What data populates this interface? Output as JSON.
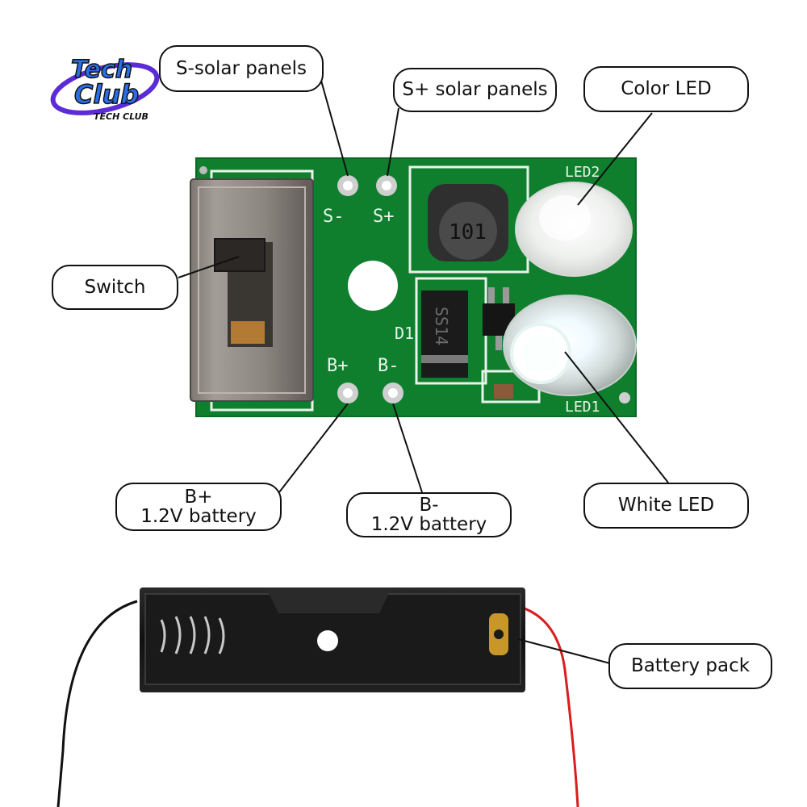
{
  "logo": {
    "line1": "Tech",
    "line2": "Club",
    "subtitle": "TECH CLUB"
  },
  "callouts": {
    "s_minus": "S-solar panels",
    "s_plus": "S+ solar panels",
    "color_led": "Color LED",
    "switch": "Switch",
    "b_plus": {
      "line1": "B+",
      "line2": "1.2V battery"
    },
    "b_minus": {
      "line1": "B-",
      "line2": "1.2V battery"
    },
    "white_led": "White LED",
    "battery_pack": "Battery pack"
  },
  "board": {
    "silkscreen": {
      "s_minus": "S-",
      "s_plus": "S+",
      "b_plus": "B+",
      "b_minus": "B-",
      "led2": "LED2",
      "led1": "LED1",
      "d1": "D1",
      "inductor": "101",
      "diode": "SS14"
    }
  },
  "colors": {
    "pcb": "#0f7f2e",
    "silk": "#e9f3ea",
    "wire_red": "#d81e1e",
    "wire_black": "#111111",
    "logo_purple": "#5b2bd6",
    "logo_blue": "#2a6fe8"
  }
}
